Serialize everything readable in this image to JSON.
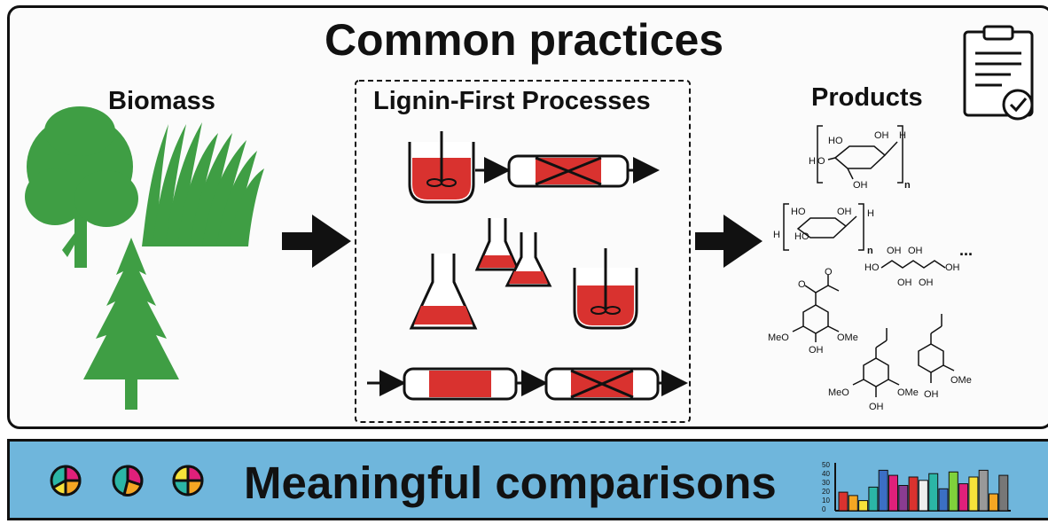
{
  "header": {
    "title": "Common practices"
  },
  "sections": {
    "biomass": "Biomass",
    "processes": "Lignin-First Processes",
    "products": "Products"
  },
  "footer": {
    "title": "Meaningful comparisons"
  },
  "product_labels": {
    "ho": "HO",
    "oh": "OH",
    "h": "H",
    "o": "O",
    "n": "n",
    "meo": "MeO",
    "ome": "OMe",
    "ellipsis": "..."
  },
  "bar_axis_ticks": [
    "50",
    "40",
    "30",
    "20",
    "10",
    "0"
  ],
  "colors": {
    "tree_green": "#3f9e44",
    "liquid_red": "#d9322f",
    "footer_blue": "#6fb6dc",
    "outline": "#111111"
  },
  "icons": [
    "clipboard-check-icon",
    "deciduous-tree-icon",
    "grass-icon",
    "pine-tree-icon",
    "stirred-reactor-icon",
    "flow-reactor-icon",
    "erlenmeyer-flask-icon",
    "arrow-right-icon",
    "pie-chart-icon",
    "bar-chart-icon"
  ]
}
